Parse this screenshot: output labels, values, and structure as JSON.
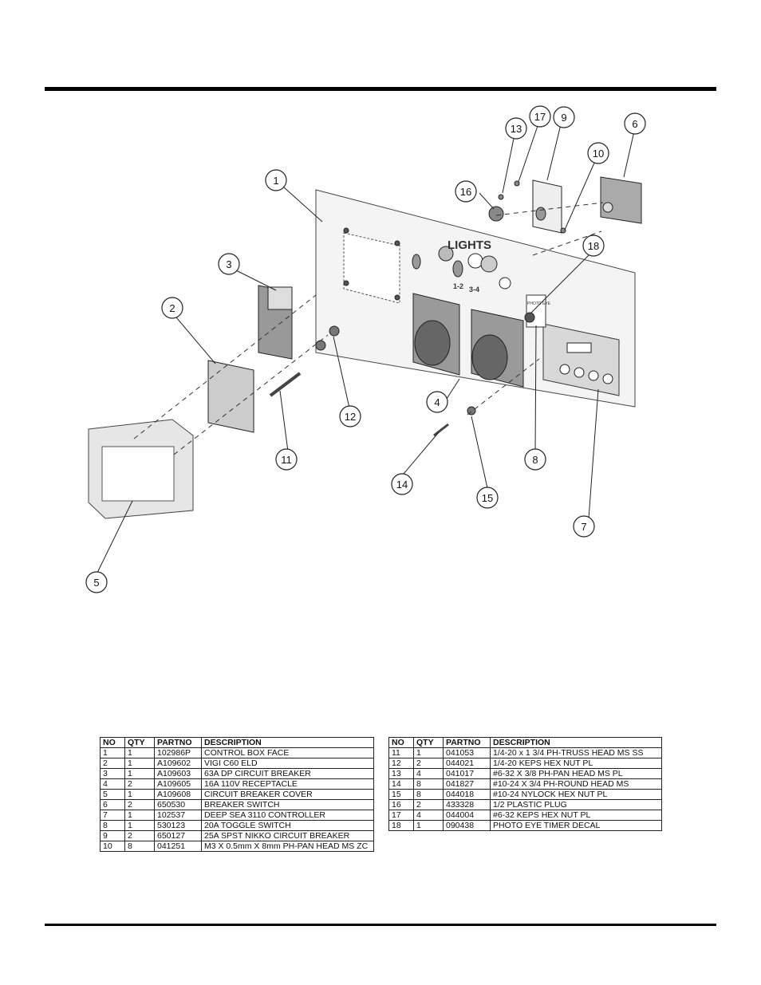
{
  "diagram": {
    "panel_label": "LIGHTS",
    "switch_labels": [
      "1-2",
      "3-4"
    ],
    "decal_label": "PHOTO EYE",
    "callouts": [
      "1",
      "2",
      "3",
      "4",
      "5",
      "6",
      "7",
      "8",
      "9",
      "10",
      "11",
      "12",
      "13",
      "14",
      "15",
      "16",
      "17",
      "18"
    ]
  },
  "table_headers": [
    "NO",
    "QTY",
    "PARTNO",
    "DESCRIPTION"
  ],
  "parts_left": [
    {
      "no": "1",
      "qty": "1",
      "partno": "102986P",
      "description": "CONTROL BOX FACE"
    },
    {
      "no": "2",
      "qty": "1",
      "partno": "A109602",
      "description": "VIGI C60 ELD"
    },
    {
      "no": "3",
      "qty": "1",
      "partno": "A109603",
      "description": "63A DP CIRCUIT BREAKER"
    },
    {
      "no": "4",
      "qty": "2",
      "partno": "A109605",
      "description": "16A 110V RECEPTACLE"
    },
    {
      "no": "5",
      "qty": "1",
      "partno": "A109608",
      "description": "CIRCUIT BREAKER COVER"
    },
    {
      "no": "6",
      "qty": "2",
      "partno": "650530",
      "description": "BREAKER SWITCH"
    },
    {
      "no": "7",
      "qty": "1",
      "partno": "102537",
      "description": "DEEP SEA 3110 CONTROLLER"
    },
    {
      "no": "8",
      "qty": "1",
      "partno": "530123",
      "description": "20A TOGGLE SWITCH"
    },
    {
      "no": "9",
      "qty": "2",
      "partno": "650127",
      "description": "25A SPST NIKKO CIRCUIT BREAKER"
    },
    {
      "no": "10",
      "qty": "8",
      "partno": "041251",
      "description": "M3 X 0.5mm X 8mm PH-PAN HEAD MS ZC"
    }
  ],
  "parts_right": [
    {
      "no": "11",
      "qty": "1",
      "partno": "041053",
      "description": "1/4-20 x 1 3/4 PH-TRUSS HEAD MS SS"
    },
    {
      "no": "12",
      "qty": "2",
      "partno": "044021",
      "description": "1/4-20 KEPS HEX NUT PL"
    },
    {
      "no": "13",
      "qty": "4",
      "partno": "041017",
      "description": "#6-32 X 3/8 PH-PAN HEAD MS PL"
    },
    {
      "no": "14",
      "qty": "8",
      "partno": "041827",
      "description": "#10-24 X 3/4 PH-ROUND HEAD MS"
    },
    {
      "no": "15",
      "qty": "8",
      "partno": "044018",
      "description": "#10-24 NYLOCK HEX NUT PL"
    },
    {
      "no": "16",
      "qty": "2",
      "partno": "433328",
      "description": "1/2 PLASTIC PLUG"
    },
    {
      "no": "17",
      "qty": "4",
      "partno": "044004",
      "description": "#6-32 KEPS HEX NUT PL"
    },
    {
      "no": "18",
      "qty": "1",
      "partno": "090438",
      "description": "PHOTO EYE TIMER DECAL"
    }
  ]
}
